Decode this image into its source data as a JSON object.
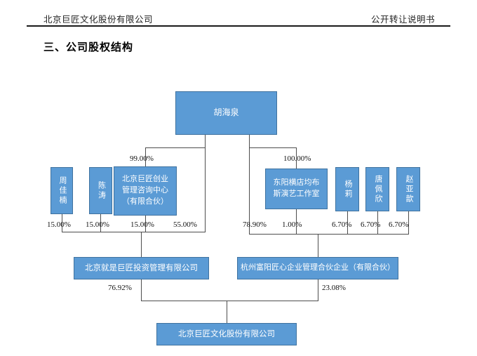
{
  "header": {
    "left_title": "北京巨匠文化股份有限公司",
    "right_title": "公开转让说明书"
  },
  "section": {
    "title": "三、公司股权结构"
  },
  "diagram": {
    "nodes": {
      "hu_haiquan": "胡海泉",
      "zhou_jianan": "周佳楠",
      "chen_tao": "陈涛",
      "bj_jujiang_consulting": "北京巨匠创业\n管理咨询中心\n（有限合伙）",
      "dongyang_studio": "东阳横店均布\n斯演艺工作室",
      "yang_li": "杨莉",
      "tang_peixin": "唐佩欣",
      "zhao_yaxin": "赵亚歆",
      "bj_jiushi_jujiang_invest": "北京就是巨匠投资管理有限公司",
      "hz_fuyang_jiangxin_partnership": "杭州富阳匠心企业管理合伙企业（有限合伙）",
      "bj_jujiang_culture": "北京巨匠文化股份有限公司"
    },
    "percentages": {
      "hu_to_consulting": "99.00%",
      "hu_to_studio": "100.00%",
      "zhou_to_invest": "15.00%",
      "chen_to_invest": "15.00%",
      "consulting_to_invest": "15.00%",
      "hu_to_invest": "55.00%",
      "hu_to_partnership": "78.90%",
      "studio_to_partnership": "1.00%",
      "yang_to_partnership": "6.70%",
      "tang_to_partnership": "6.70%",
      "zhao_to_partnership": "6.70%",
      "invest_to_company": "76.92%",
      "partnership_to_company": "23.08%"
    },
    "colors": {
      "box_fill": "#5b9bd5",
      "box_border": "#3f729f",
      "connector_line": "#4d4d4d"
    }
  }
}
